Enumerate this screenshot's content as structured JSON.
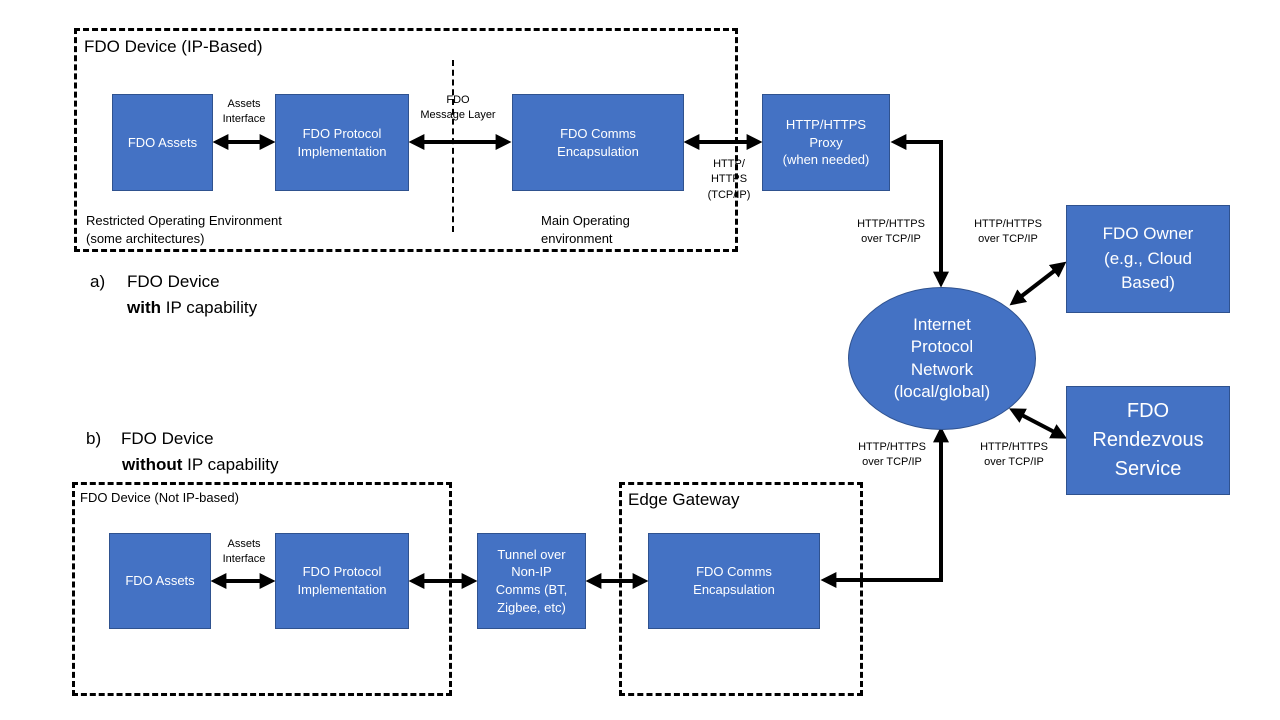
{
  "section_a": {
    "container_title": "FDO Device  (IP-Based)",
    "assets": "FDO Assets",
    "assets_interface": "Assets\nInterface",
    "protocol": "FDO Protocol\nImplementation",
    "message_layer": "FDO\nMessage Layer",
    "comms": "FDO Comms\nEncapsulation",
    "http_label": "HTTP/\nHTTPS\n(TCP/IP)",
    "restricted_env": "Restricted Operating Environment\n(some architectures)",
    "main_env": "Main Operating\nenvironment",
    "caption_marker": "a)",
    "caption_line1": "FDO Device",
    "caption_bold": "with",
    "caption_rest": " IP capability"
  },
  "proxy": "HTTP/HTTPS\nProxy\n(when needed)",
  "network": "Internet\nProtocol\nNetwork\n(local/global)",
  "owner": "FDO Owner\n(e.g., Cloud\nBased)",
  "rendezvous": "FDO\nRendezvous\nService",
  "links": {
    "proxy_network": "HTTP/HTTPS\nover TCP/IP",
    "owner_network": "HTTP/HTTPS\nover TCP/IP",
    "gateway_network": "HTTP/HTTPS\nover TCP/IP",
    "rendezvous_network": "HTTP/HTTPS\nover TCP/IP"
  },
  "section_b": {
    "caption_marker": "b)",
    "caption_line1": "FDO Device",
    "caption_bold": "without",
    "caption_rest": " IP capability",
    "container_title": "FDO Device (Not IP-based)",
    "assets": "FDO Assets",
    "assets_interface": "Assets\nInterface",
    "protocol": "FDO Protocol\nImplementation",
    "tunnel": "Tunnel over\nNon-IP\nComms (BT,\nZigbee, etc)",
    "gateway_title": "Edge Gateway",
    "comms": "FDO Comms\nEncapsulation"
  },
  "colors": {
    "box_fill": "#4472c4",
    "box_border": "#2f528f",
    "box_text": "#ffffff",
    "line": "#000000"
  }
}
